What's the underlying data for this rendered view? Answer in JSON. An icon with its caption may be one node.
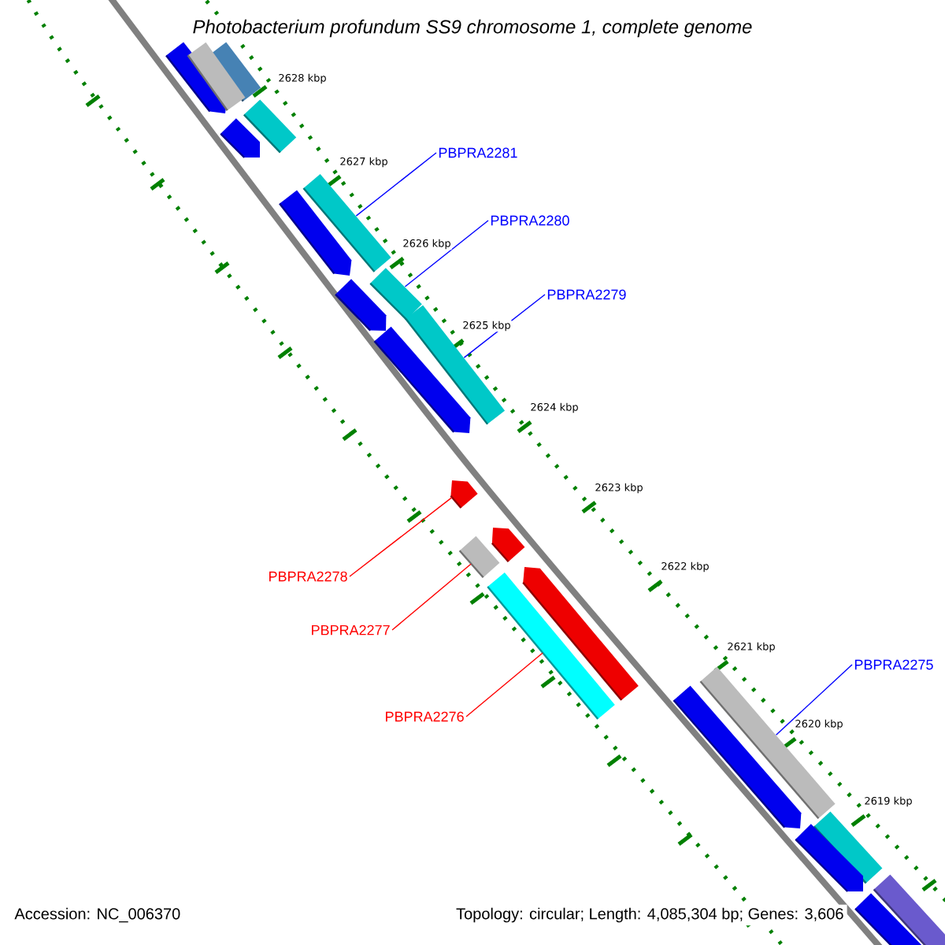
{
  "diagram": {
    "title": "Photobacterium profundum SS9 chromosome 1, complete genome",
    "nodes": [
      {
        "text": [
          "PBPRA2281"
        ]
      },
      {
        "text": [
          "PBPRA2280"
        ]
      },
      {
        "text": [
          "PBPRA2279"
        ]
      },
      {
        "text": [
          "PBPRA2278"
        ]
      },
      {
        "text": [
          "PBPRA2277"
        ]
      },
      {
        "text": [
          "PBPRA2276"
        ]
      },
      {
        "text": [
          "PBPRA2275"
        ]
      },
      {
        "text": [],
        "shape": "bar"
      },
      {
        "text": [],
        "shape": "bar"
      },
      {
        "text": [],
        "shape": "bar"
      },
      {
        "text": [],
        "shape": "bar"
      },
      {
        "text": [],
        "shape": "bar"
      },
      {
        "text": [],
        "shape": "bar"
      },
      {
        "text": [],
        "shape": "bar"
      },
      {
        "text": [],
        "shape": "bar"
      },
      {
        "text": [],
        "shape": "bar"
      },
      {
        "text": [],
        "shape": "bar"
      },
      {
        "text": [],
        "shape": "bar"
      },
      {
        "text": [],
        "shape": "bar"
      },
      {
        "text": [],
        "shape": "bar"
      },
      {
        "text": [],
        "shape": "bar"
      },
      {
        "text": [],
        "shape": "bar"
      },
      {
        "text": [],
        "shape": "bar"
      },
      {
        "text": [],
        "shape": "bar"
      },
      {
        "text": [],
        "shape": "bar"
      },
      {
        "text": [],
        "shape": "bar"
      },
      {
        "text": [],
        "shape": "bar"
      },
      {
        "text": [],
        "shape": "bar"
      },
      {
        "text": [],
        "shape": "bar"
      }
    ],
    "edges": [
      {
        "from": 0,
        "to": 13,
        "arrow": "none"
      },
      {
        "from": 1,
        "to": 15,
        "arrow": "none"
      },
      {
        "from": 2,
        "to": 17,
        "arrow": "none"
      },
      {
        "from": 3,
        "to": 18,
        "arrow": "none",
        "color": "#ff0000"
      },
      {
        "from": 4,
        "to": 20,
        "arrow": "none",
        "color": "#ff0000"
      },
      {
        "from": 5,
        "to": 22,
        "arrow": "none",
        "color": "#ff0000"
      },
      {
        "from": 6,
        "to": 24,
        "arrow": "none"
      }
    ],
    "labels": [
      "2628 kbp",
      "2627 kbp",
      "2626 kbp",
      "2625 kbp",
      "2624 kbp",
      "2623 kbp",
      "2622 kbp",
      "2621 kbp",
      "2620 kbp",
      "2619 kbp",
      "Accession: NC_006370",
      "Topology: circular; Length: 4,085,304 bp; Genes: 3,606"
    ]
  }
}
